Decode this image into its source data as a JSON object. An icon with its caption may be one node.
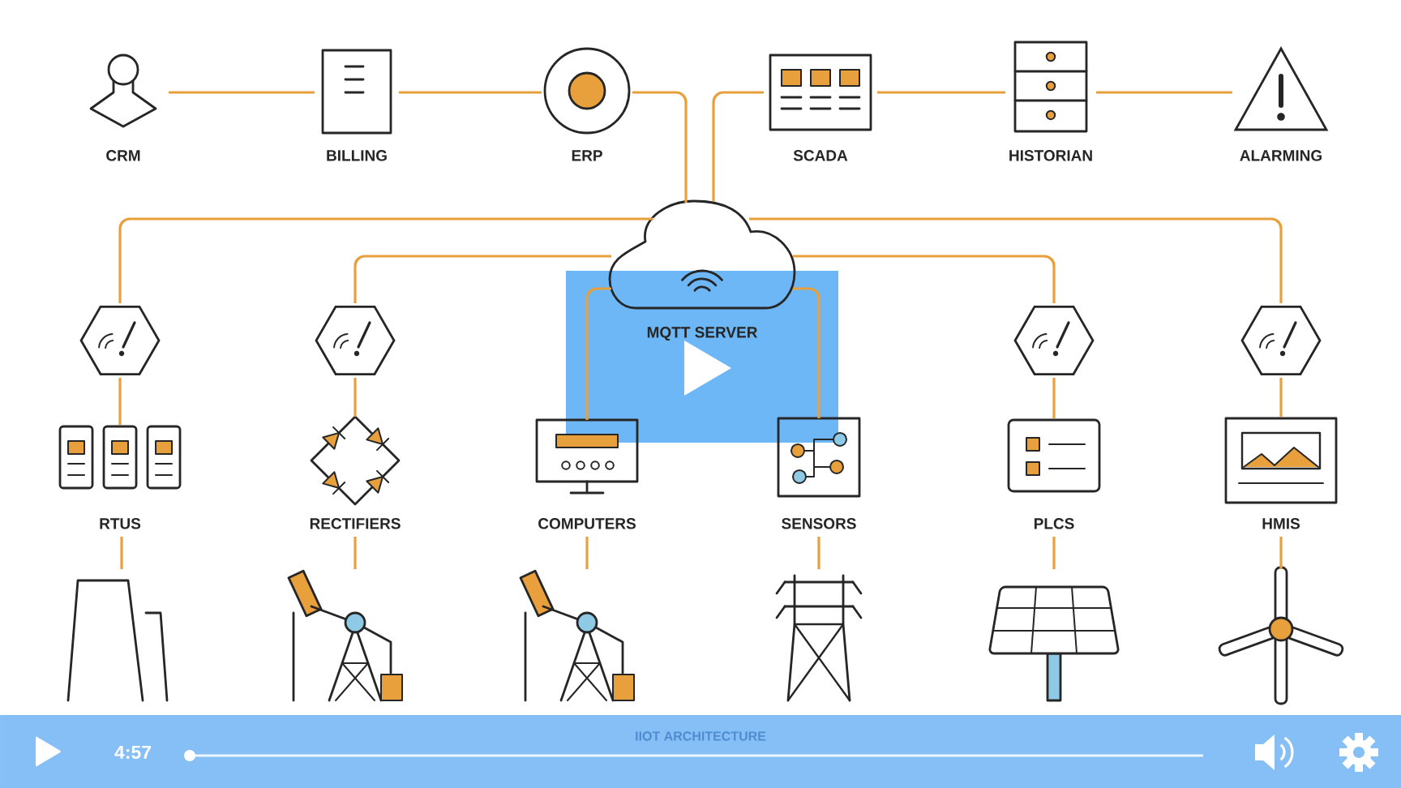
{
  "diagram": {
    "caption": "IIOT ARCHITECTURE",
    "nodes": [
      {
        "text": [
          "CRM"
        ]
      },
      {
        "text": [
          "BILLING"
        ]
      },
      {
        "text": [
          "ERP"
        ]
      },
      {
        "text": [
          "SCADA"
        ]
      },
      {
        "text": [
          "HISTORIAN"
        ]
      },
      {
        "text": [
          "ALARMING"
        ]
      },
      {
        "text": [
          "MQTT SERVER"
        ]
      },
      {
        "text": [],
        "shape": "hexagon"
      },
      {
        "text": [],
        "shape": "hexagon"
      },
      {
        "text": [],
        "shape": "hexagon"
      },
      {
        "text": [],
        "shape": "hexagon"
      },
      {
        "text": [
          "RTUS"
        ]
      },
      {
        "text": [
          "RECTIFIERS"
        ]
      },
      {
        "text": [
          "COMPUTERS"
        ]
      },
      {
        "text": [
          "SENSORS"
        ]
      },
      {
        "text": [
          "PLCS"
        ]
      },
      {
        "text": [
          "HMIS"
        ]
      },
      {
        "text": [],
        "shape": "picture"
      },
      {
        "text": [],
        "shape": "picture"
      },
      {
        "text": [],
        "shape": "picture"
      },
      {
        "text": [],
        "shape": "picture"
      },
      {
        "text": [],
        "shape": "picture"
      },
      {
        "text": [],
        "shape": "picture"
      }
    ],
    "edges": [
      {
        "from": 0,
        "to": 1,
        "arrow": "none"
      },
      {
        "from": 1,
        "to": 2,
        "arrow": "none"
      },
      {
        "from": 2,
        "to": 6,
        "arrow": "none"
      },
      {
        "from": 6,
        "to": 3,
        "arrow": "none"
      },
      {
        "from": 3,
        "to": 4,
        "arrow": "none"
      },
      {
        "from": 4,
        "to": 5,
        "arrow": "none"
      },
      {
        "from": 6,
        "to": 7,
        "arrow": "none"
      },
      {
        "from": 6,
        "to": 8,
        "arrow": "none"
      },
      {
        "from": 6,
        "to": 13,
        "arrow": "none"
      },
      {
        "from": 6,
        "to": 14,
        "arrow": "none"
      },
      {
        "from": 6,
        "to": 9,
        "arrow": "none"
      },
      {
        "from": 6,
        "to": 10,
        "arrow": "none"
      },
      {
        "from": 7,
        "to": 11,
        "arrow": "none"
      },
      {
        "from": 8,
        "to": 12,
        "arrow": "none"
      },
      {
        "from": 9,
        "to": 15,
        "arrow": "none"
      },
      {
        "from": 10,
        "to": 16,
        "arrow": "none"
      },
      {
        "from": 11,
        "to": 17,
        "arrow": "none"
      },
      {
        "from": 12,
        "to": 18,
        "arrow": "none"
      },
      {
        "from": 13,
        "to": 19,
        "arrow": "none"
      },
      {
        "from": 14,
        "to": 20,
        "arrow": "none"
      },
      {
        "from": 15,
        "to": 21,
        "arrow": "none"
      },
      {
        "from": 16,
        "to": 22,
        "arrow": "none"
      }
    ],
    "labels": [
      "4:57"
    ]
  }
}
